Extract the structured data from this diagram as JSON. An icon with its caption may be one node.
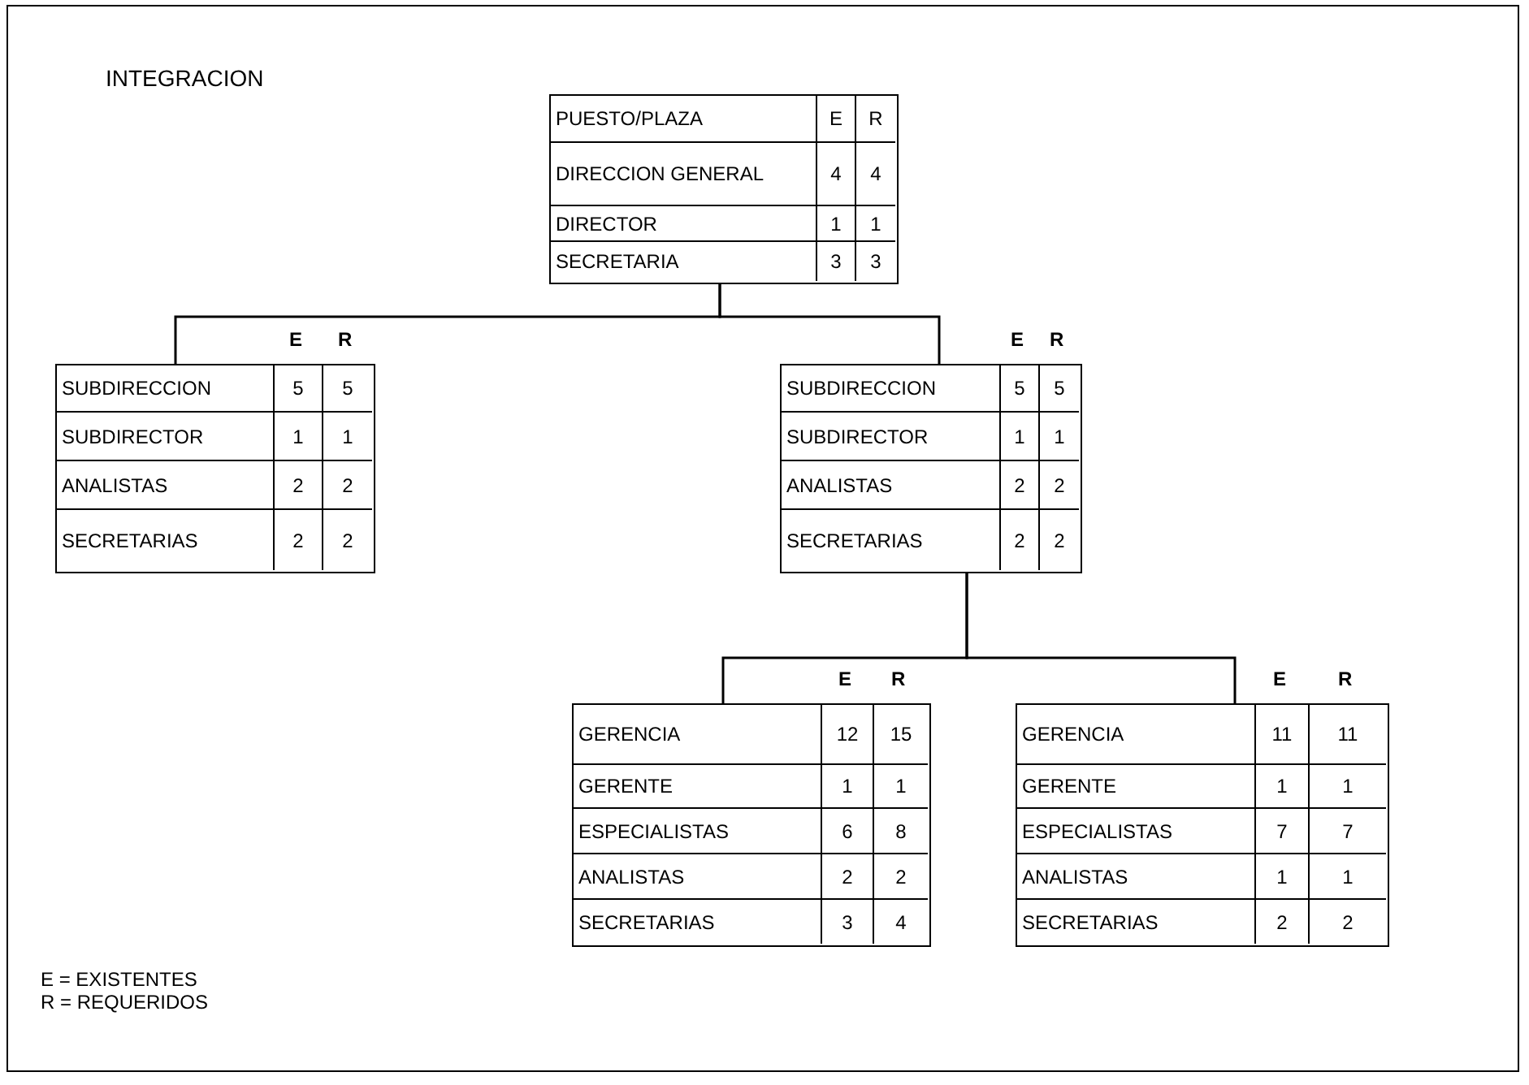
{
  "diagram": {
    "title": "INTEGRACION",
    "nodes": [
      {
        "text": [
          "PUESTO/PLAZA",
          "E",
          "R",
          "DIRECCION GENERAL",
          "4",
          "4",
          "DIRECTOR",
          "1",
          "1",
          "SECRETARIA",
          "3",
          "3"
        ]
      },
      {
        "text": [
          "SUBDIRECCION",
          "5",
          "5",
          "SUBDIRECTOR",
          "1",
          "1",
          "ANALISTAS",
          "2",
          "2",
          "SECRETARIAS",
          "2",
          "2"
        ],
        "beside": [
          "E",
          "R"
        ]
      },
      {
        "text": [
          "SUBDIRECCION",
          "5",
          "5",
          "SUBDIRECTOR",
          "1",
          "1",
          "ANALISTAS",
          "2",
          "2",
          "SECRETARIAS",
          "2",
          "2"
        ],
        "beside": [
          "E",
          "R"
        ]
      },
      {
        "text": [
          "GERENCIA",
          "12",
          "15",
          "GERENTE",
          "1",
          "1",
          "ESPECIALISTAS",
          "6",
          "8",
          "ANALISTAS",
          "2",
          "2",
          "SECRETARIAS",
          "3",
          "4"
        ],
        "beside": [
          "E",
          "R"
        ]
      },
      {
        "text": [
          "GERENCIA",
          "11",
          "11",
          "GERENTE",
          "1",
          "1",
          "ESPECIALISTAS",
          "7",
          "7",
          "ANALISTAS",
          "1",
          "1",
          "SECRETARIAS",
          "2",
          "2"
        ],
        "beside": [
          "E",
          "R"
        ]
      }
    ],
    "edges": [
      {
        "from": 0,
        "to": 1,
        "arrow": "none"
      },
      {
        "from": 0,
        "to": 2,
        "arrow": "none"
      },
      {
        "from": 2,
        "to": 3,
        "arrow": "none"
      },
      {
        "from": 2,
        "to": 4,
        "arrow": "none"
      }
    ],
    "labels": [
      "E = EXISTENTES",
      "R = REQUERIDOS"
    ]
  }
}
